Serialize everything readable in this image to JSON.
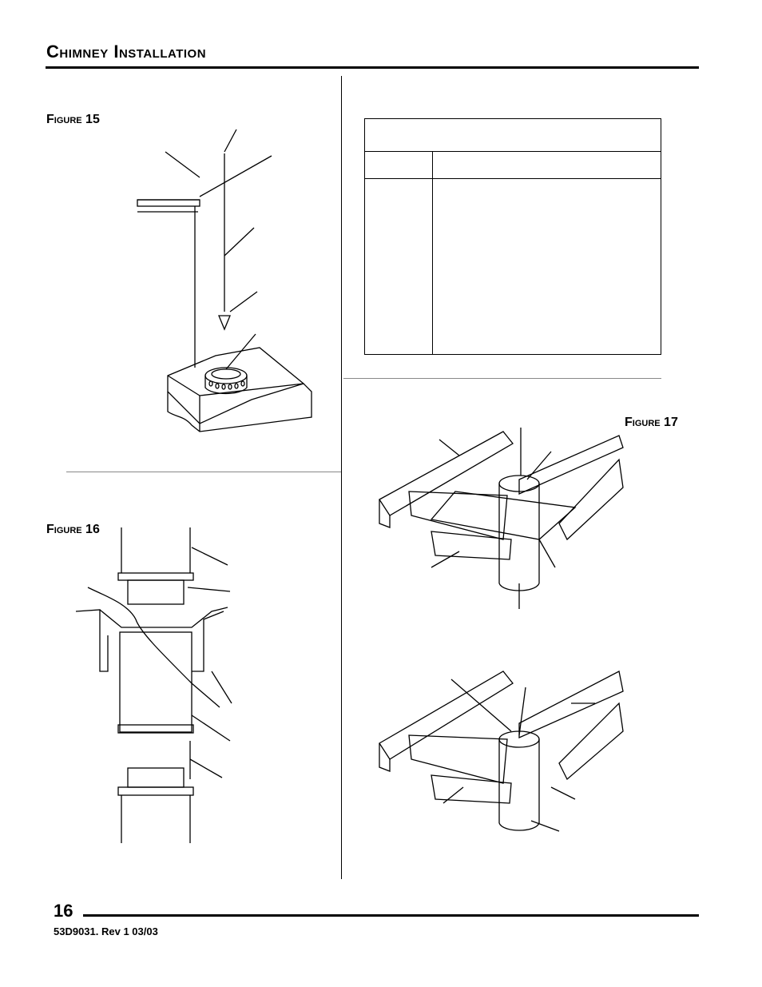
{
  "header": {
    "title": "Chimney Installation"
  },
  "figures": {
    "fig15": {
      "label": "Figure 15"
    },
    "fig16": {
      "label": "Figure 16"
    },
    "fig17": {
      "label": "Figure 17"
    }
  },
  "footer": {
    "page_number": "16",
    "doc_id": "53D9031. Rev 1 03/03"
  }
}
